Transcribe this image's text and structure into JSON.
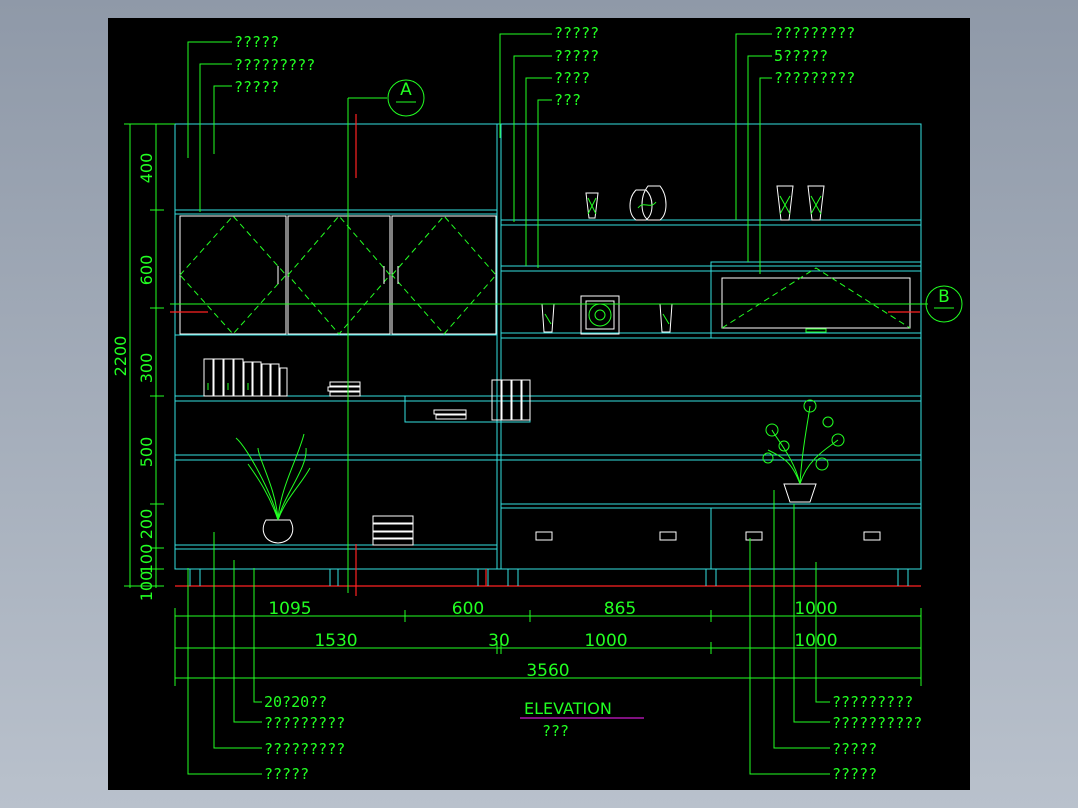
{
  "drawing": {
    "title": "ELEVATION",
    "subtitle": "???",
    "marker_a": "A",
    "marker_b": "B",
    "callouts_top_left": [
      "?????",
      "?????????",
      "?????"
    ],
    "callouts_top_mid": [
      "?????",
      "?????",
      "????",
      "???"
    ],
    "callouts_top_right": [
      "?????????",
      "5?????",
      "?????????"
    ],
    "callouts_bottom_left": [
      "20?20??",
      "?????????",
      "?????????",
      "?????"
    ],
    "callouts_bottom_right": [
      "?????????",
      "??????????",
      "?????",
      "?????"
    ],
    "dim_row1": [
      "1095",
      "600",
      "865",
      "1000"
    ],
    "dim_row2": [
      "1530",
      "30",
      "1000",
      "1000"
    ],
    "dim_total": "3560",
    "vdims": [
      "400",
      "600",
      "300",
      "500",
      "200",
      "100",
      "100"
    ],
    "vdim_total": "2200"
  },
  "colors": {
    "background": "#000000",
    "line_green": "#22ff22",
    "line_cyan": "#33e0e0",
    "line_red": "#ff2222",
    "underline_magenta": "#ff22ff"
  }
}
